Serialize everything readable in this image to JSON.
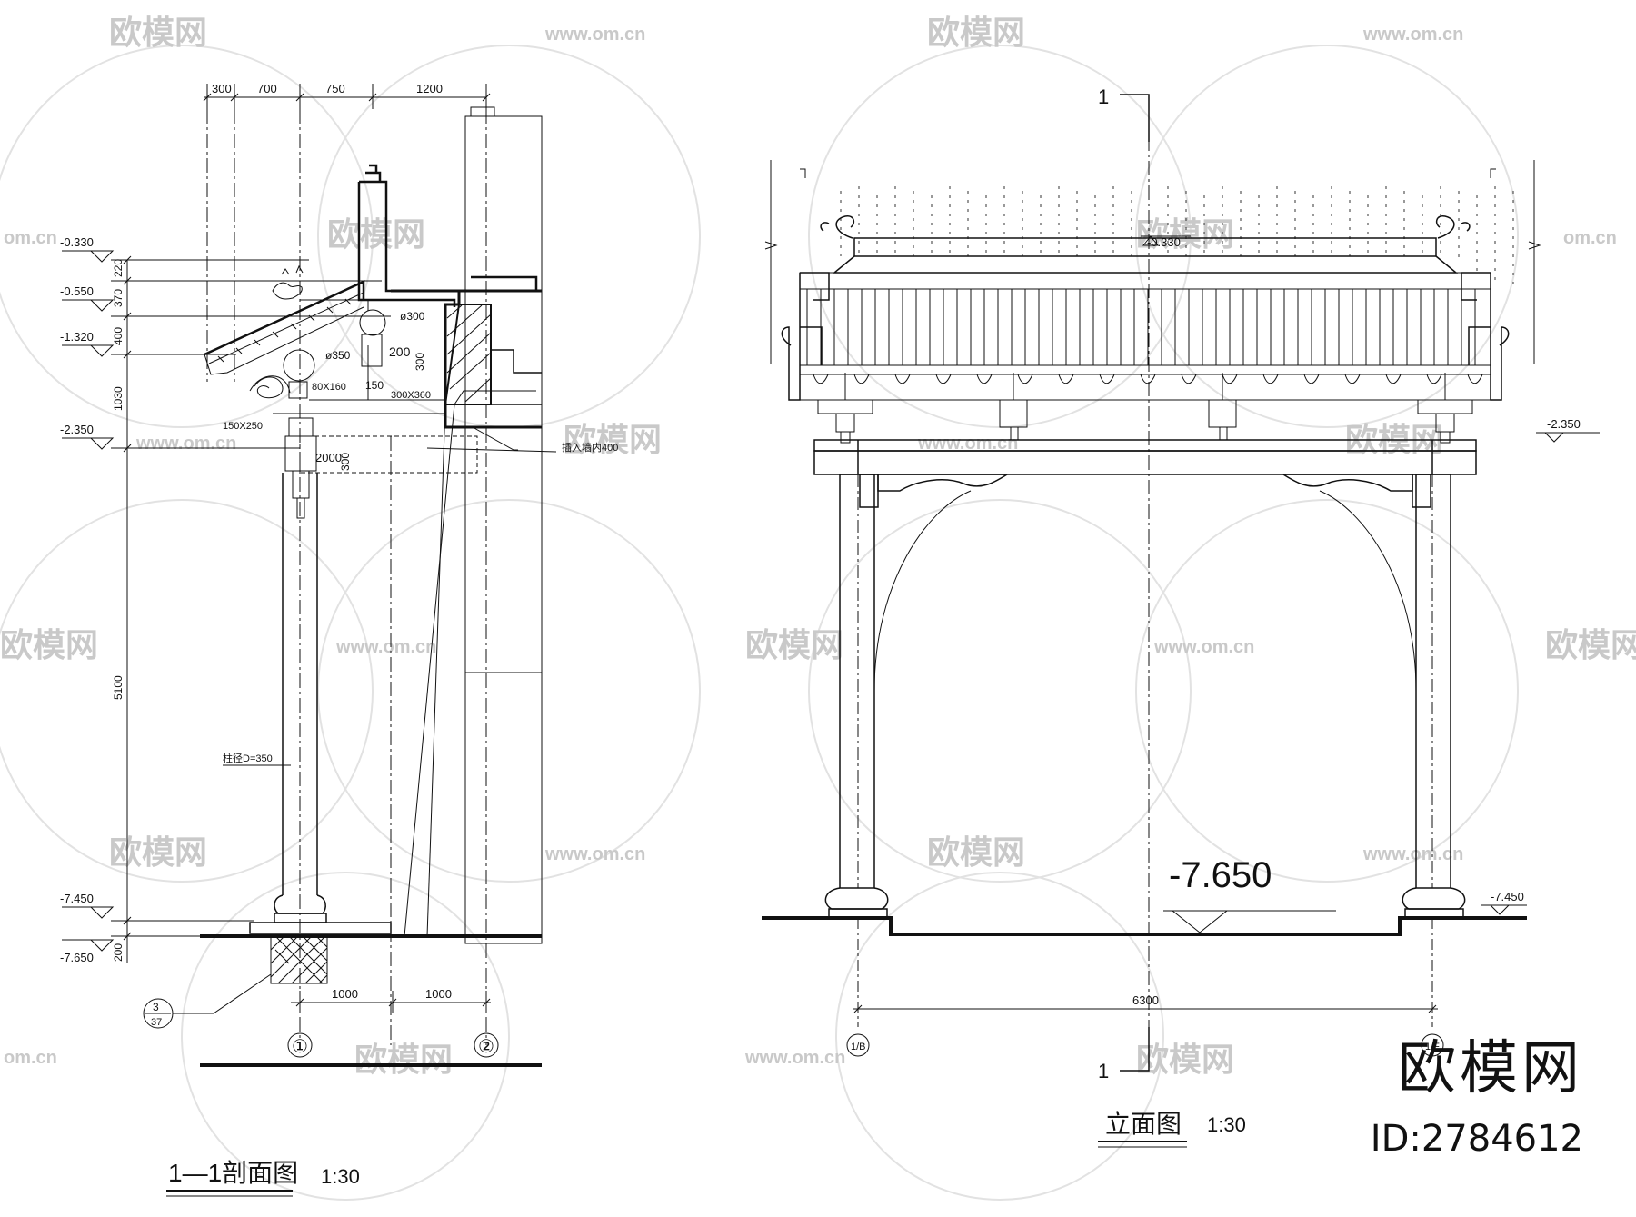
{
  "section_drawing": {
    "title": "1—1剖面图",
    "scale": "1:30",
    "top_dimensions": [
      "300",
      "700",
      "750",
      "1200"
    ],
    "elevations": {
      "e1": "-0.330",
      "e2": "-0.550",
      "e3": "-1.320",
      "e4": "-2.350",
      "e5": "-7.450",
      "e6": "-7.650"
    },
    "vertical_dimensions": {
      "v1": "220",
      "v2": "370",
      "v3": "400",
      "v4": "1030",
      "v5": "5100",
      "v6": "200"
    },
    "member_labels": {
      "d300": "ø300",
      "d350": "ø350",
      "d200": "200",
      "d300b": "300",
      "d150": "150",
      "sz80": "80X160",
      "sz300": "300X360",
      "sz150": "150X250",
      "d2000": "2000",
      "d300c": "300",
      "insert": "插入墙内400",
      "column": "柱径D=350"
    },
    "bottom_dimensions": [
      "1000",
      "1000"
    ],
    "axes": [
      "①",
      "②"
    ],
    "detail_ref_top": "3",
    "detail_ref_bottom": "37"
  },
  "elevation_drawing": {
    "title": "立面图",
    "scale": "1:30",
    "cut_mark": "1",
    "cut_mark_bottom": "1",
    "top_elevation": "-0.330",
    "elevation_right_top": "-2.350",
    "elevation_right_bottom": "-7.450",
    "floor_level": "-7.650",
    "span": "6300",
    "axis_left": "1/B",
    "axis_right": "1/F"
  },
  "watermark": {
    "brand": "欧模网",
    "url": "www.om.cn",
    "url_cut": "om.cn",
    "id": "ID:2784612"
  }
}
